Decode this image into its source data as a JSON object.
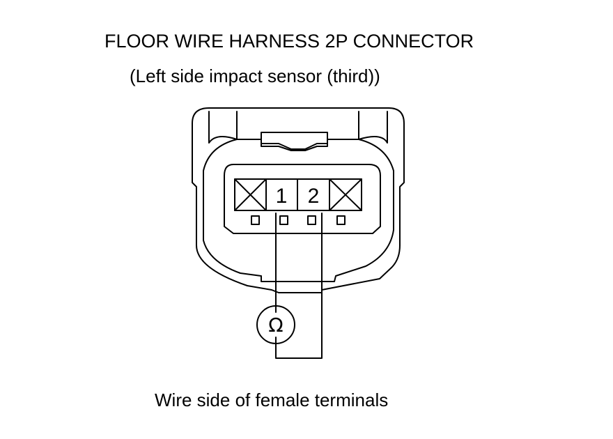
{
  "title": "FLOOR WIRE HARNESS 2P CONNECTOR",
  "subtitle": "(Left side impact sensor (third))",
  "caption": "Wire side of female terminals",
  "connector": {
    "terminals": [
      {
        "label": "1"
      },
      {
        "label": "2"
      }
    ]
  },
  "meter": {
    "symbol": "Ω"
  }
}
